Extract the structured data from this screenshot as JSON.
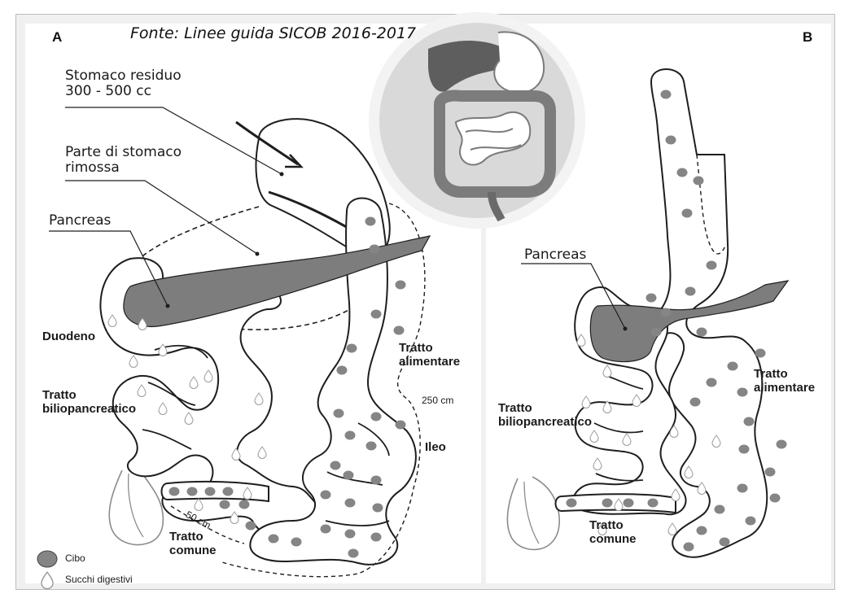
{
  "source": "Fonte: Linee guida SICOB 2016-2017",
  "panel_a": {
    "letter": "A",
    "residual_stomach_line1": "Stomaco residuo",
    "residual_stomach_line2": "300 - 500 cc",
    "removed_stomach_line1": "Parte di stomaco",
    "removed_stomach_line2": "rimossa",
    "pancreas": "Pancreas",
    "duodenum": "Duodeno",
    "biliopancreatic_line1": "Tratto",
    "biliopancreatic_line2": "biliopancreatico",
    "alimentary_line1": "Tratto",
    "alimentary_line2": "alimentare",
    "length_250": "250 cm",
    "ileum": "Ileo",
    "length_50": "50 cm",
    "common_line1": "Tratto",
    "common_line2": "comune"
  },
  "panel_b": {
    "letter": "B",
    "pancreas": "Pancreas",
    "biliopancreatic_line1": "Tratto",
    "biliopancreatic_line2": "biliopancreatico",
    "alimentary_line1": "Tratto",
    "alimentary_line2": "alimentare",
    "common_line1": "Tratto",
    "common_line2": "comune"
  },
  "legend": {
    "food": "Cibo",
    "digestive_juices": "Succhi digestivi"
  },
  "colors": {
    "organ_gray": "#7d7d7d",
    "food_gray": "#858585",
    "outline": "#1e1e1e",
    "inset_bg": "#dcdcdc",
    "frame_bg": "#f0f0f0"
  }
}
